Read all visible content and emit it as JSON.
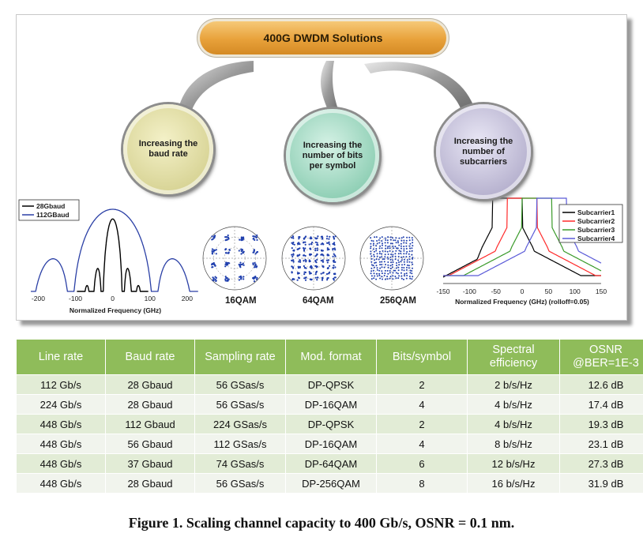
{
  "figure": {
    "banner": "400G DWDM Solutions",
    "circles": {
      "baud": "Increasing the baud rate",
      "bits": "Increasing the number of bits per symbol",
      "subcarriers": "Increasing the number of subcarriers"
    },
    "colors": {
      "black": "#000000",
      "blue": "#2a3fa5",
      "red": "#ff2a2a",
      "green": "#3a9a2a",
      "purple": "#5a5ad8",
      "constellation": "#1f3fae"
    }
  },
  "chart_data": [
    {
      "type": "line",
      "title": "",
      "xlabel": "Normalized Frequency (GHz)",
      "ylabel": "",
      "xlim": [
        -220,
        230
      ],
      "xticks": [
        "-200",
        "-100",
        "0",
        "100",
        "200"
      ],
      "series": [
        {
          "name": "28Gbaud",
          "x": [
            -90,
            -70,
            -56,
            -42,
            -28,
            -14,
            0,
            14,
            28,
            42,
            56,
            70,
            90
          ],
          "y_shape": "sinc-squared, 28 GHz lobes"
        },
        {
          "name": "112GBaud",
          "x": [
            -210,
            -112,
            0,
            112,
            210
          ],
          "y_shape": "sinc-squared, 112 GHz lobes"
        }
      ]
    },
    {
      "type": "scatter",
      "labels": [
        "16QAM",
        "64QAM",
        "256QAM"
      ],
      "grid_sizes": [
        4,
        8,
        16
      ]
    },
    {
      "type": "line",
      "title": "",
      "xlabel": "Normalized Frequency (GHz) (rolloff=0.05)",
      "ylabel": "",
      "xlim": [
        -150,
        150
      ],
      "xticks": [
        "-150",
        "-100",
        "-50",
        "0",
        "50",
        "100",
        "150"
      ],
      "series": [
        {
          "name": "Subcarrier1",
          "passband": [
            -56,
            0
          ]
        },
        {
          "name": "Subcarrier2",
          "passband": [
            -28,
            28
          ]
        },
        {
          "name": "Subcarrier3",
          "passband": [
            0,
            56
          ]
        },
        {
          "name": "Subcarrier4",
          "passband": [
            28,
            84
          ]
        }
      ]
    }
  ],
  "table": {
    "headers": [
      "Line rate",
      "Baud rate",
      "Sampling rate",
      "Mod. format",
      "Bits/symbol",
      "Spectral efficiency",
      "OSNR @BER=1E-3"
    ],
    "rows": [
      [
        "112 Gb/s",
        "28 Gbaud",
        "56 GSas/s",
        "DP-QPSK",
        "2",
        "2 b/s/Hz",
        "12.6 dB"
      ],
      [
        "224 Gb/s",
        "28 Gbaud",
        "56 GSas/s",
        "DP-16QAM",
        "4",
        "4 b/s/Hz",
        "17.4 dB"
      ],
      [
        "448 Gb/s",
        "112 Gbaud",
        "224 GSas/s",
        "DP-QPSK",
        "2",
        "4 b/s/Hz",
        "19.3 dB"
      ],
      [
        "448 Gb/s",
        "56 Gbaud",
        "112 GSas/s",
        "DP-16QAM",
        "4",
        "8 b/s/Hz",
        "23.1 dB"
      ],
      [
        "448 Gb/s",
        "37 Gbaud",
        "74 GSas/s",
        "DP-64QAM",
        "6",
        "12 b/s/Hz",
        "27.3 dB"
      ],
      [
        "448 Gb/s",
        "28 Gbaud",
        "56 GSas/s",
        "DP-256QAM",
        "8",
        "16 b/s/Hz",
        "31.9 dB"
      ]
    ]
  },
  "caption": "Figure 1. Scaling channel capacity to 400 Gb/s, OSNR = 0.1 nm."
}
